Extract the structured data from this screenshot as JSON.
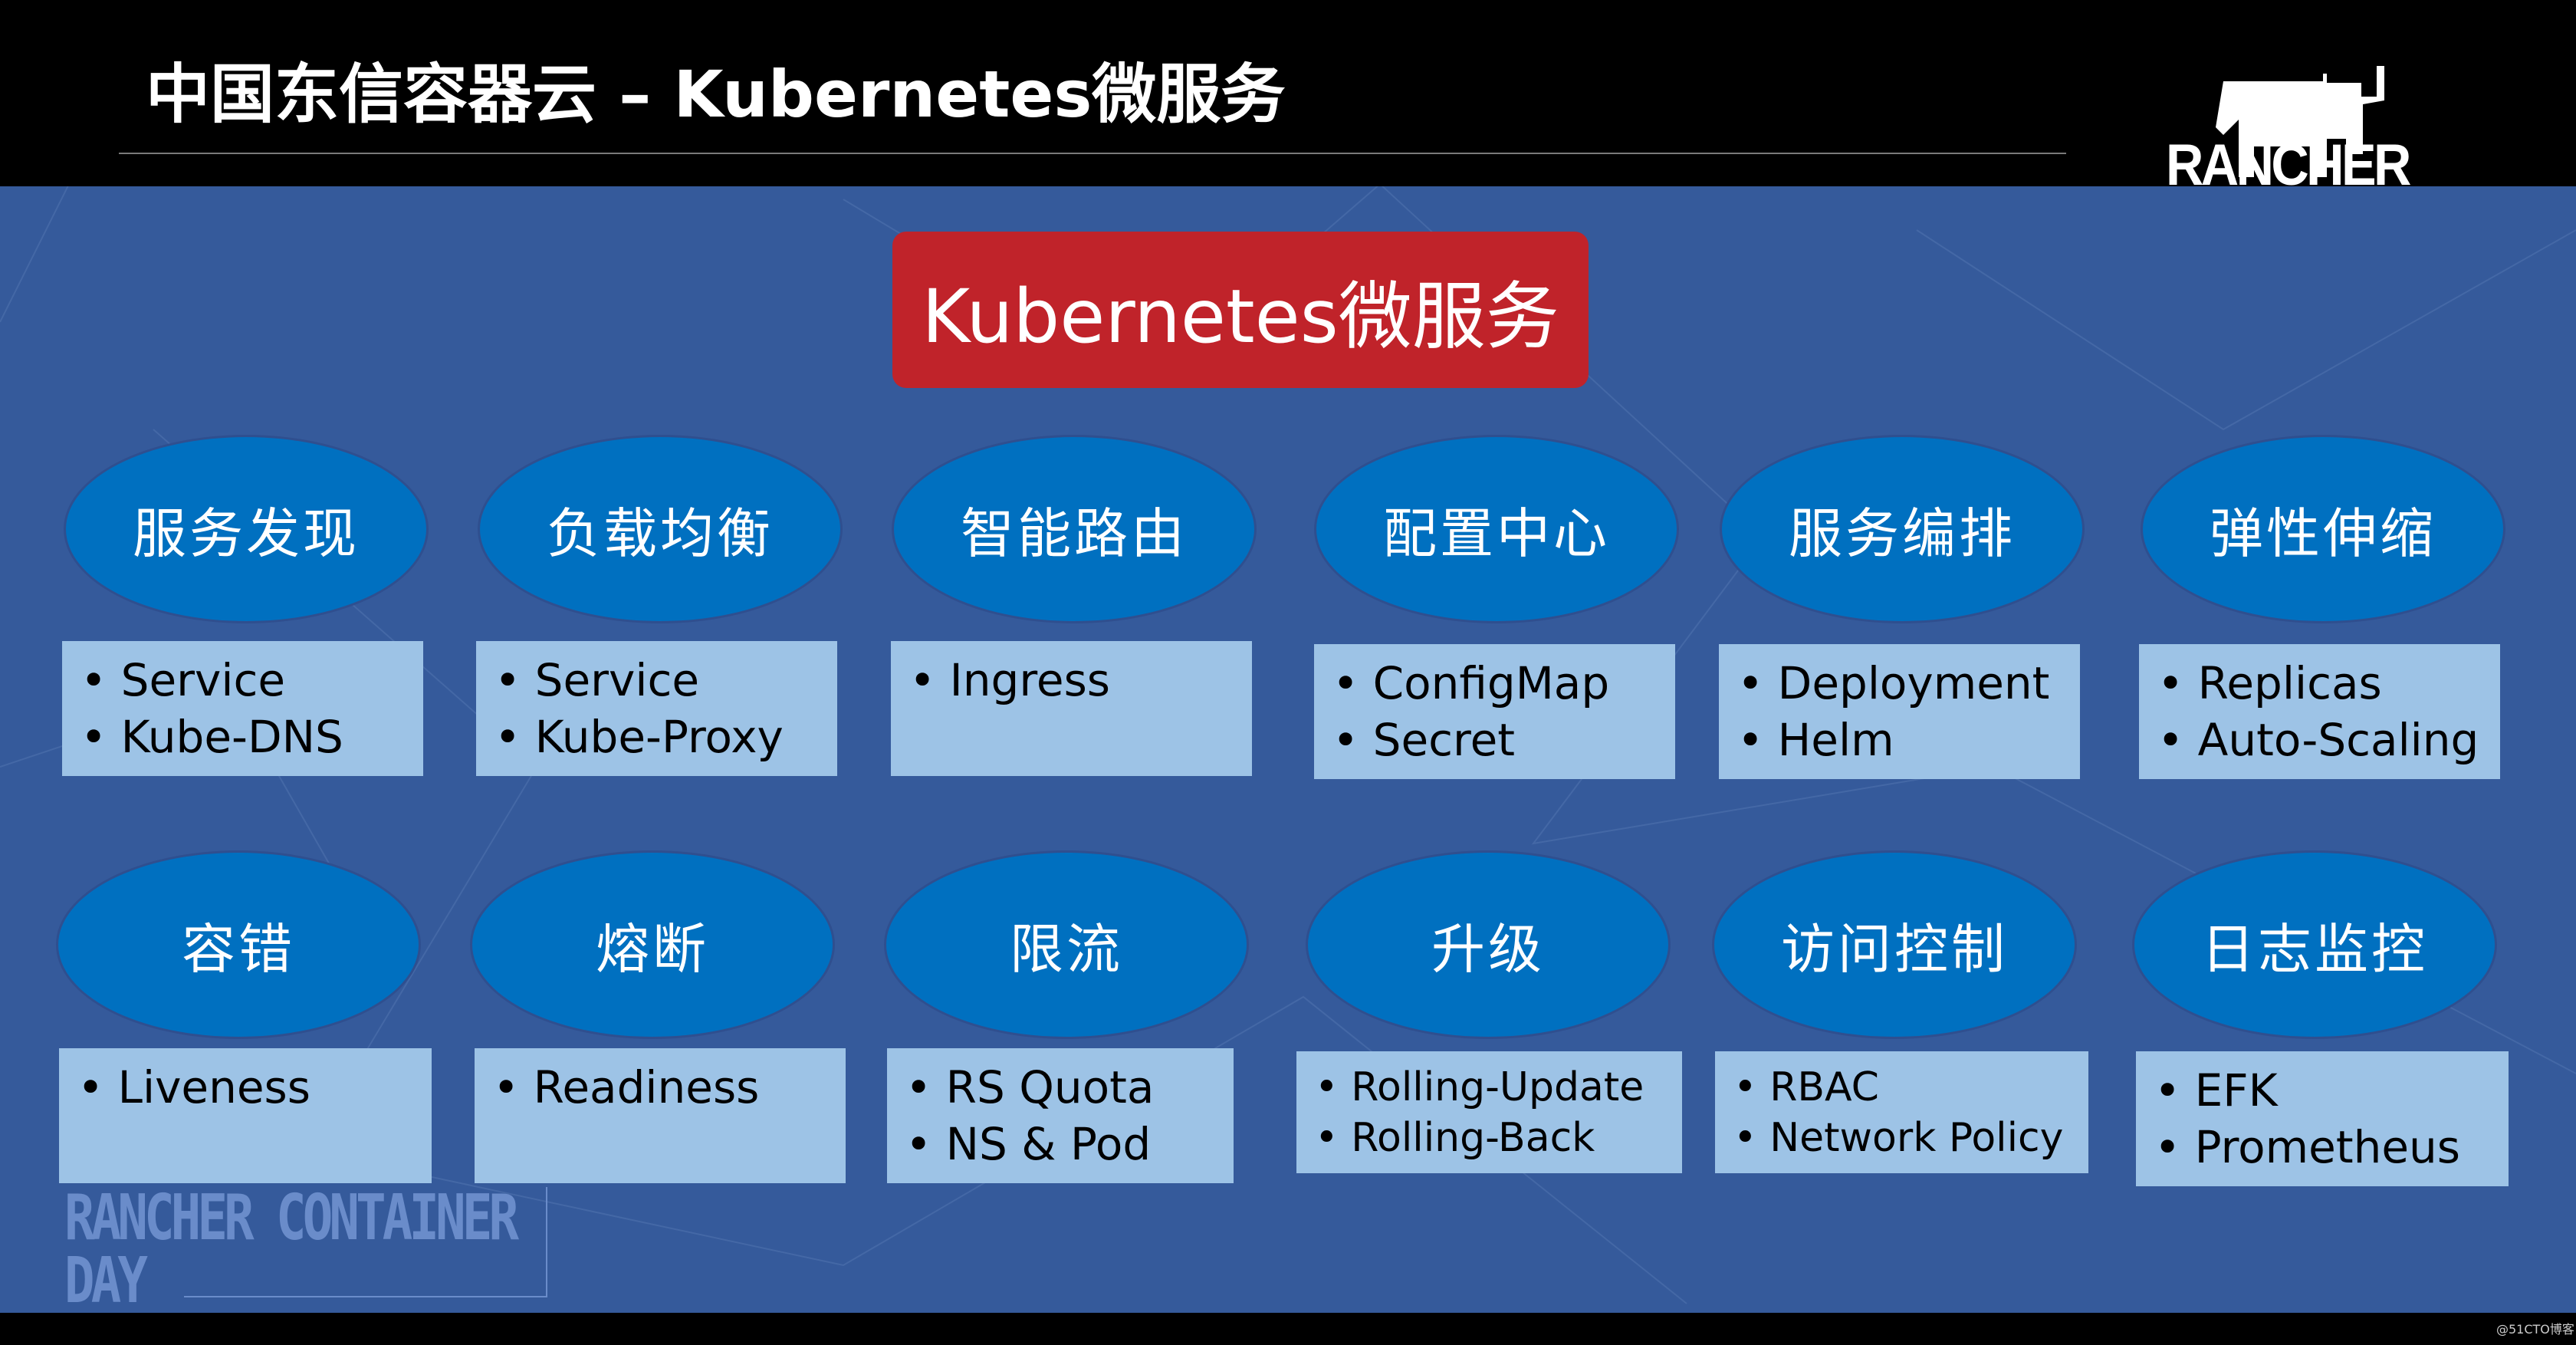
{
  "header": {
    "title": "中国东信容器云 – Kubernetes微服务",
    "logo": "RANCHER"
  },
  "main_title": "Kubernetes微服务",
  "row1": [
    {
      "name": "服务发现",
      "items": [
        "Service",
        "Kube-DNS"
      ]
    },
    {
      "name": "负载均衡",
      "items": [
        "Service",
        "Kube-Proxy"
      ]
    },
    {
      "name": "智能路由",
      "items": [
        "Ingress"
      ]
    },
    {
      "name": "配置中心",
      "items": [
        "ConfigMap",
        "Secret"
      ]
    },
    {
      "name": "服务编排",
      "items": [
        "Deployment",
        "Helm"
      ]
    },
    {
      "name": "弹性伸缩",
      "items": [
        "Replicas",
        "Auto-Scaling"
      ]
    }
  ],
  "row2": [
    {
      "name": "容错",
      "items": [
        "Liveness"
      ]
    },
    {
      "name": "熔断",
      "items": [
        "Readiness"
      ]
    },
    {
      "name": "限流",
      "items": [
        "RS Quota",
        "NS & Pod"
      ]
    },
    {
      "name": "升级",
      "items": [
        "Rolling-Update",
        "Rolling-Back"
      ]
    },
    {
      "name": "访问控制",
      "items": [
        "RBAC",
        "Network Policy"
      ]
    },
    {
      "name": "日志监控",
      "items": [
        "EFK",
        "Prometheus"
      ]
    }
  ],
  "watermark": {
    "line1": "RANCHER",
    "line2": "CONTAINER",
    "line3": "DAY"
  },
  "credit": "@51CTO博客",
  "colors": {
    "background": "#355a9b",
    "red": "#c0232a",
    "ellipse": "#0070c0",
    "box": "#9dc3e6"
  }
}
